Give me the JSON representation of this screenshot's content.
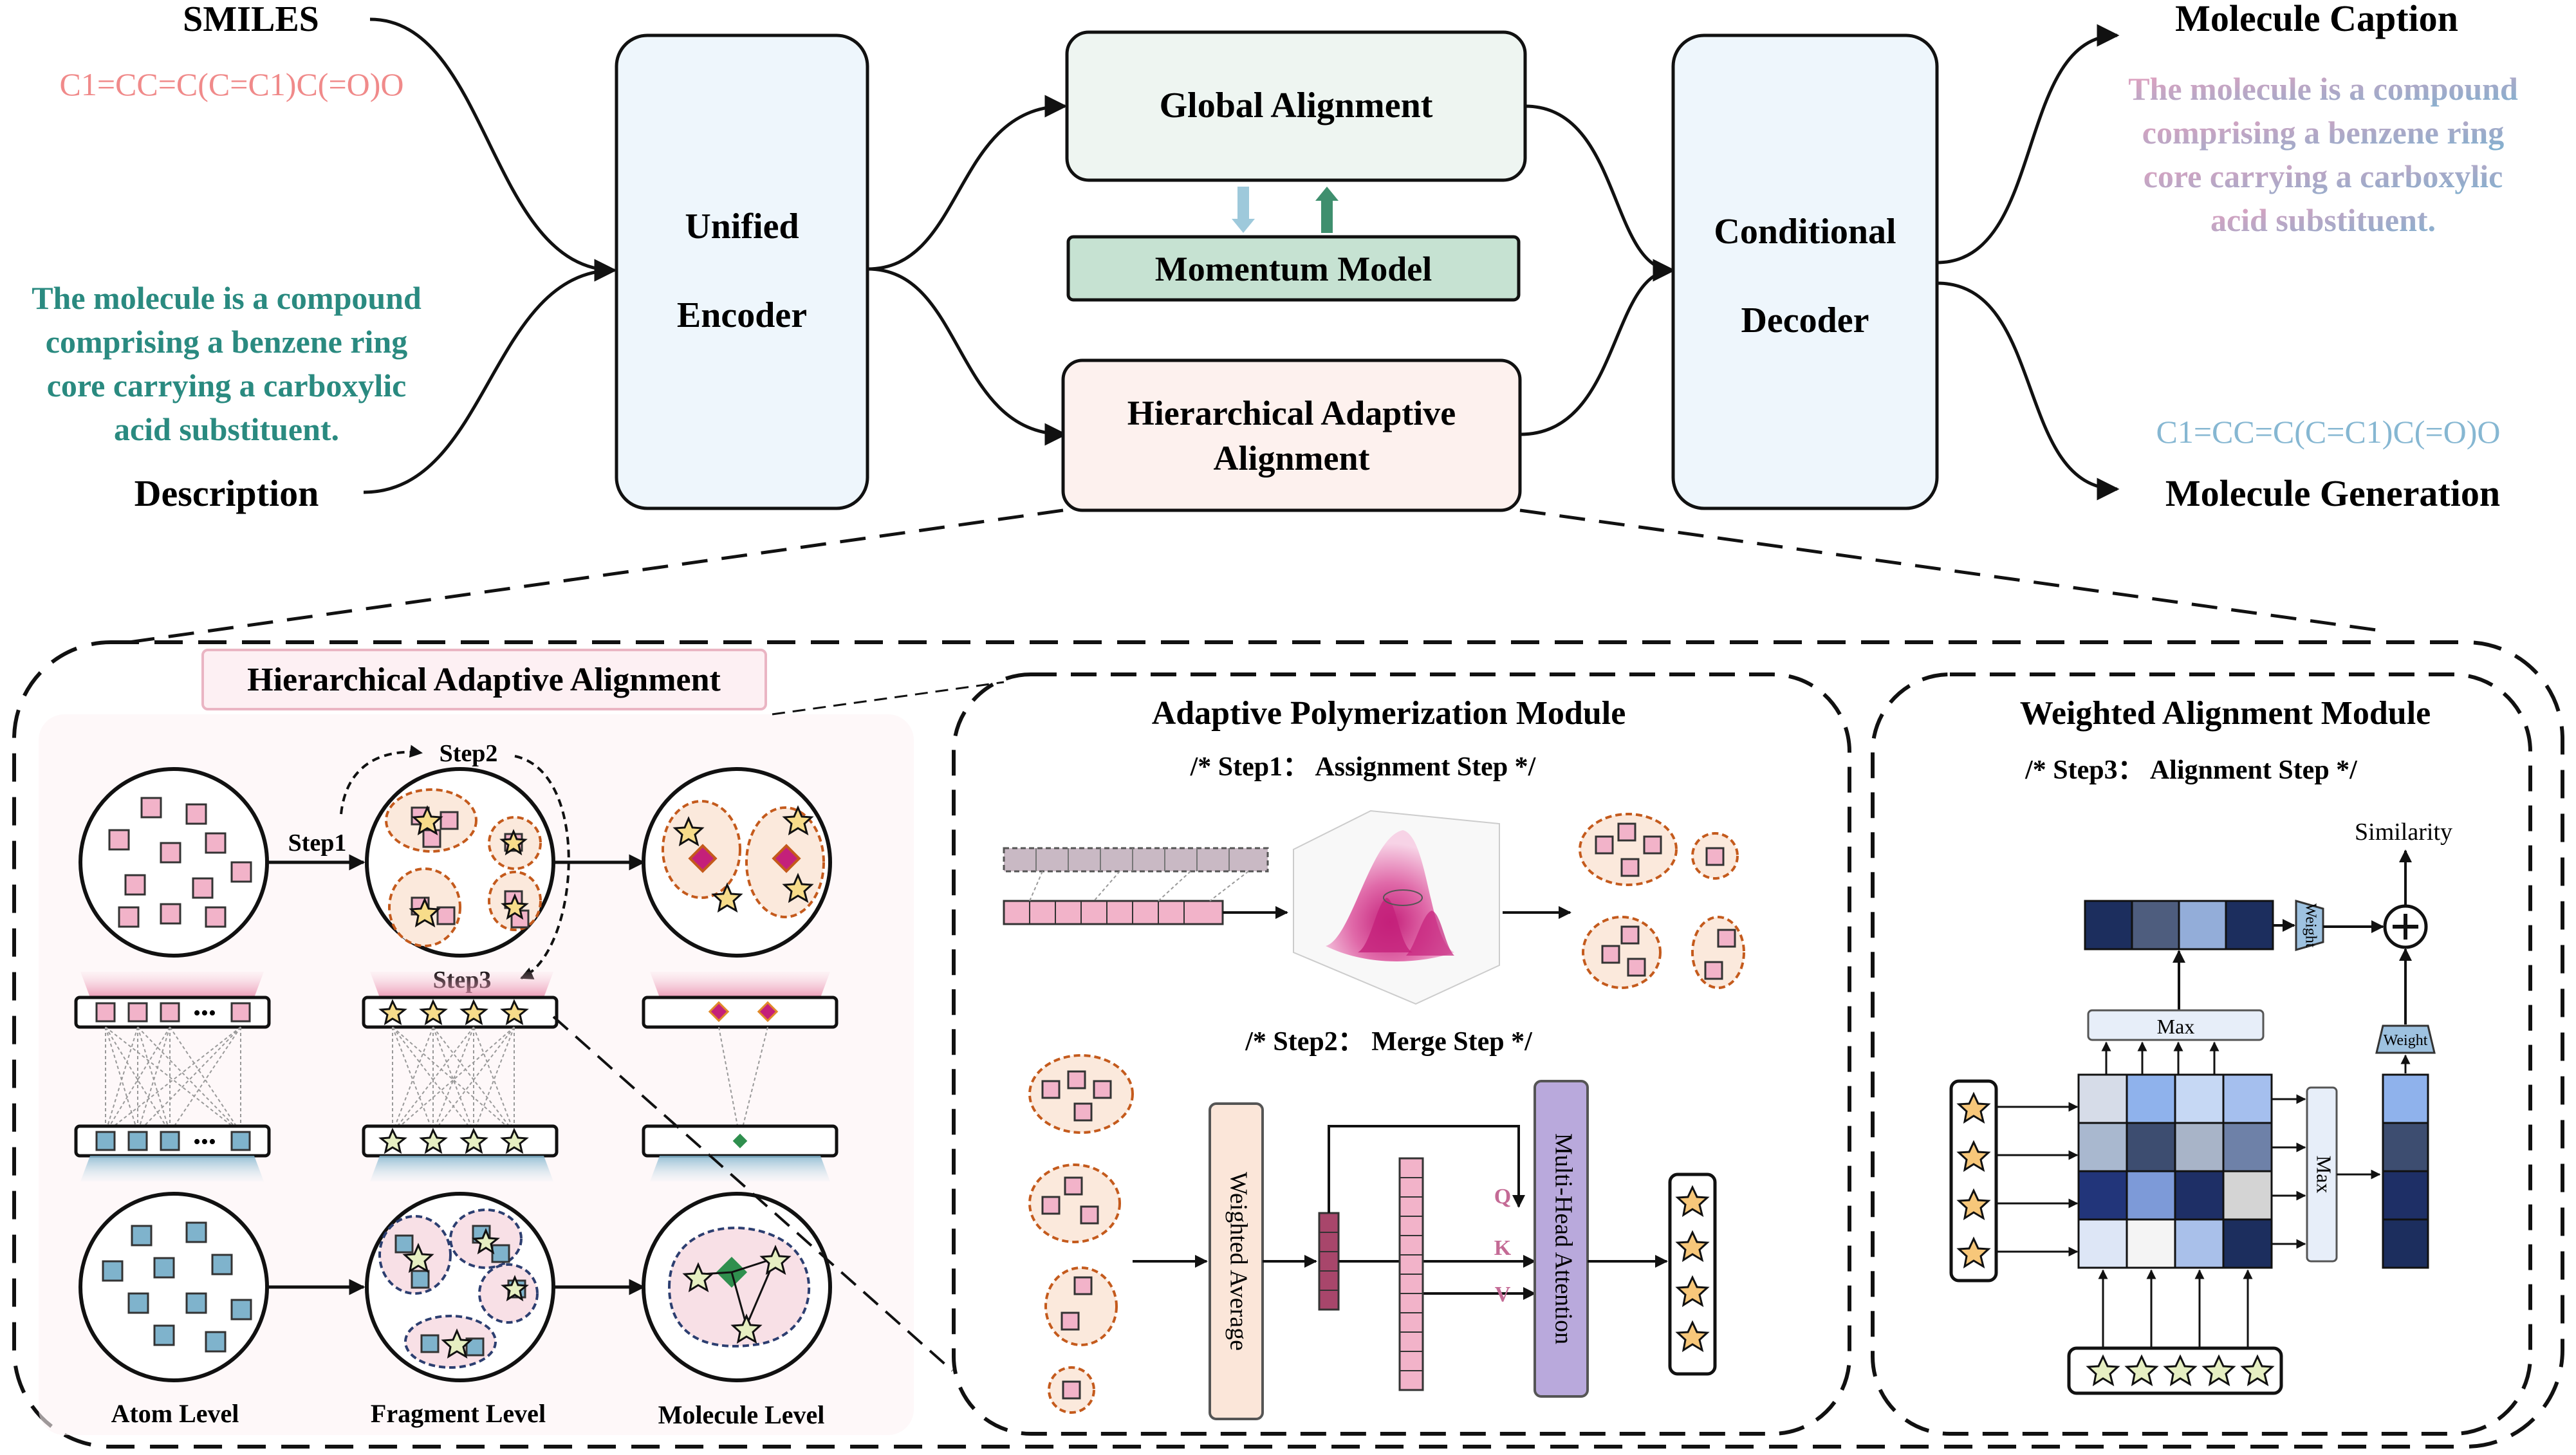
{
  "top": {
    "smiles_label": "SMILES",
    "smiles_input": "C1=CC=C(C=C1)C(=O)O",
    "desc_input": [
      "The molecule is a compound",
      "comprising a benzene ring",
      "core carrying a carboxylic",
      "acid substituent."
    ],
    "desc_label": "Description",
    "encoder": [
      "Unified",
      "Encoder"
    ],
    "global_alignment": "Global Alignment",
    "momentum_model": "Momentum Model",
    "haa": [
      "Hierarchical Adaptive",
      "Alignment"
    ],
    "decoder": [
      "Conditional",
      "Decoder"
    ],
    "caption_title": "Molecule Caption",
    "caption_text": [
      "The molecule is a compound",
      "comprising a benzene ring",
      "core carrying a carboxylic",
      "acid substituent."
    ],
    "gen_smiles": "C1=CC=C(C=C1)C(=O)O",
    "gen_title": "Molecule Generation"
  },
  "haa_panel": {
    "tag": "Hierarchical Adaptive Alignment",
    "step1": "Step1",
    "step2": "Step2",
    "step3": "Step3",
    "levels": [
      "Atom Level",
      "Fragment Level",
      "Molecule Level"
    ]
  },
  "apm": {
    "title": "Adaptive Polymerization Module",
    "step1": "/* Step1： Assignment Step */",
    "step2": "/* Step2： Merge Step */",
    "weighted_average": "Weighted  Average",
    "mha": "Multi-Head Attention",
    "q": "Q",
    "k": "K",
    "v": "V"
  },
  "wam": {
    "title": "Weighted Alignment Module",
    "step3": "/* Step3： Alignment Step */",
    "similarity": "Similarity",
    "max": "Max",
    "weight": "Weight"
  },
  "colors": {
    "smiles_pink": "#f08a8a",
    "desc_teal": "#2a8a80",
    "box_blue": "#eef6fc",
    "global_fill": "#eef5f1",
    "momentum_fill": "#c6e2d2",
    "haa_fill": "#fdf1ee",
    "navy": "#1c2e5e",
    "atom_pink": "#f2b3c9",
    "atom_blue": "#7fb3cc",
    "star_yellow": "#f7dc8a"
  },
  "icons": [
    "arrow-icon",
    "star-icon",
    "plus-circle-icon"
  ]
}
